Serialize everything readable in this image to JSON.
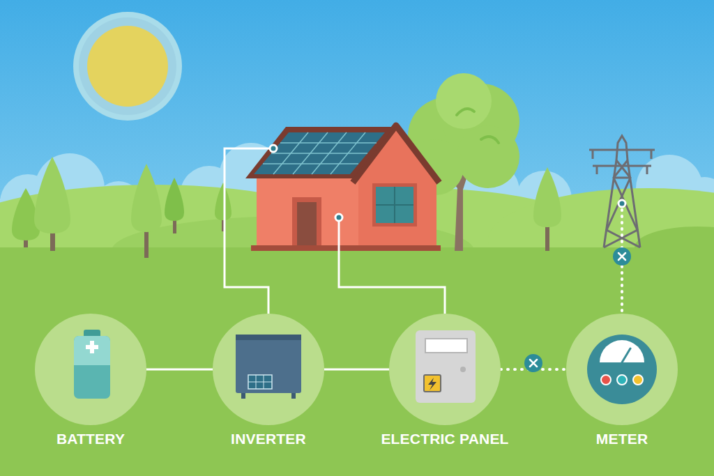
{
  "diagram": {
    "nodes": [
      {
        "text": [
          "BATTERY"
        ]
      },
      {
        "text": [
          "INVERTER"
        ]
      },
      {
        "text": [
          "ELECTRIC PANEL"
        ]
      },
      {
        "text": [
          "METER"
        ]
      }
    ],
    "edges": [
      {
        "from": 0,
        "to": 1,
        "arrow": "none"
      },
      {
        "from": 1,
        "to": 2,
        "arrow": "none"
      },
      {
        "from": 2,
        "to": 3,
        "arrow": "none"
      }
    ]
  }
}
